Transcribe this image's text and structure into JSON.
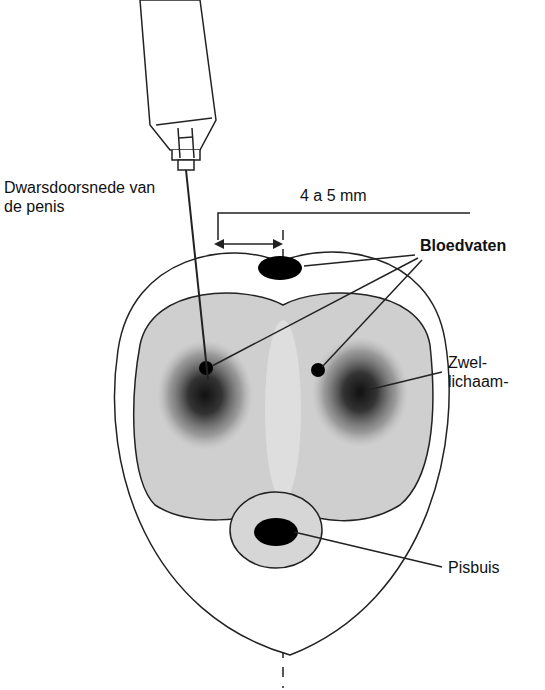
{
  "diagram": {
    "labels": [
      "Dwarsdoorsnede van de penis",
      "4 a 5 mm",
      "Bloedvaten",
      "Zwel- lichaam-",
      "Pisbuis"
    ]
  }
}
